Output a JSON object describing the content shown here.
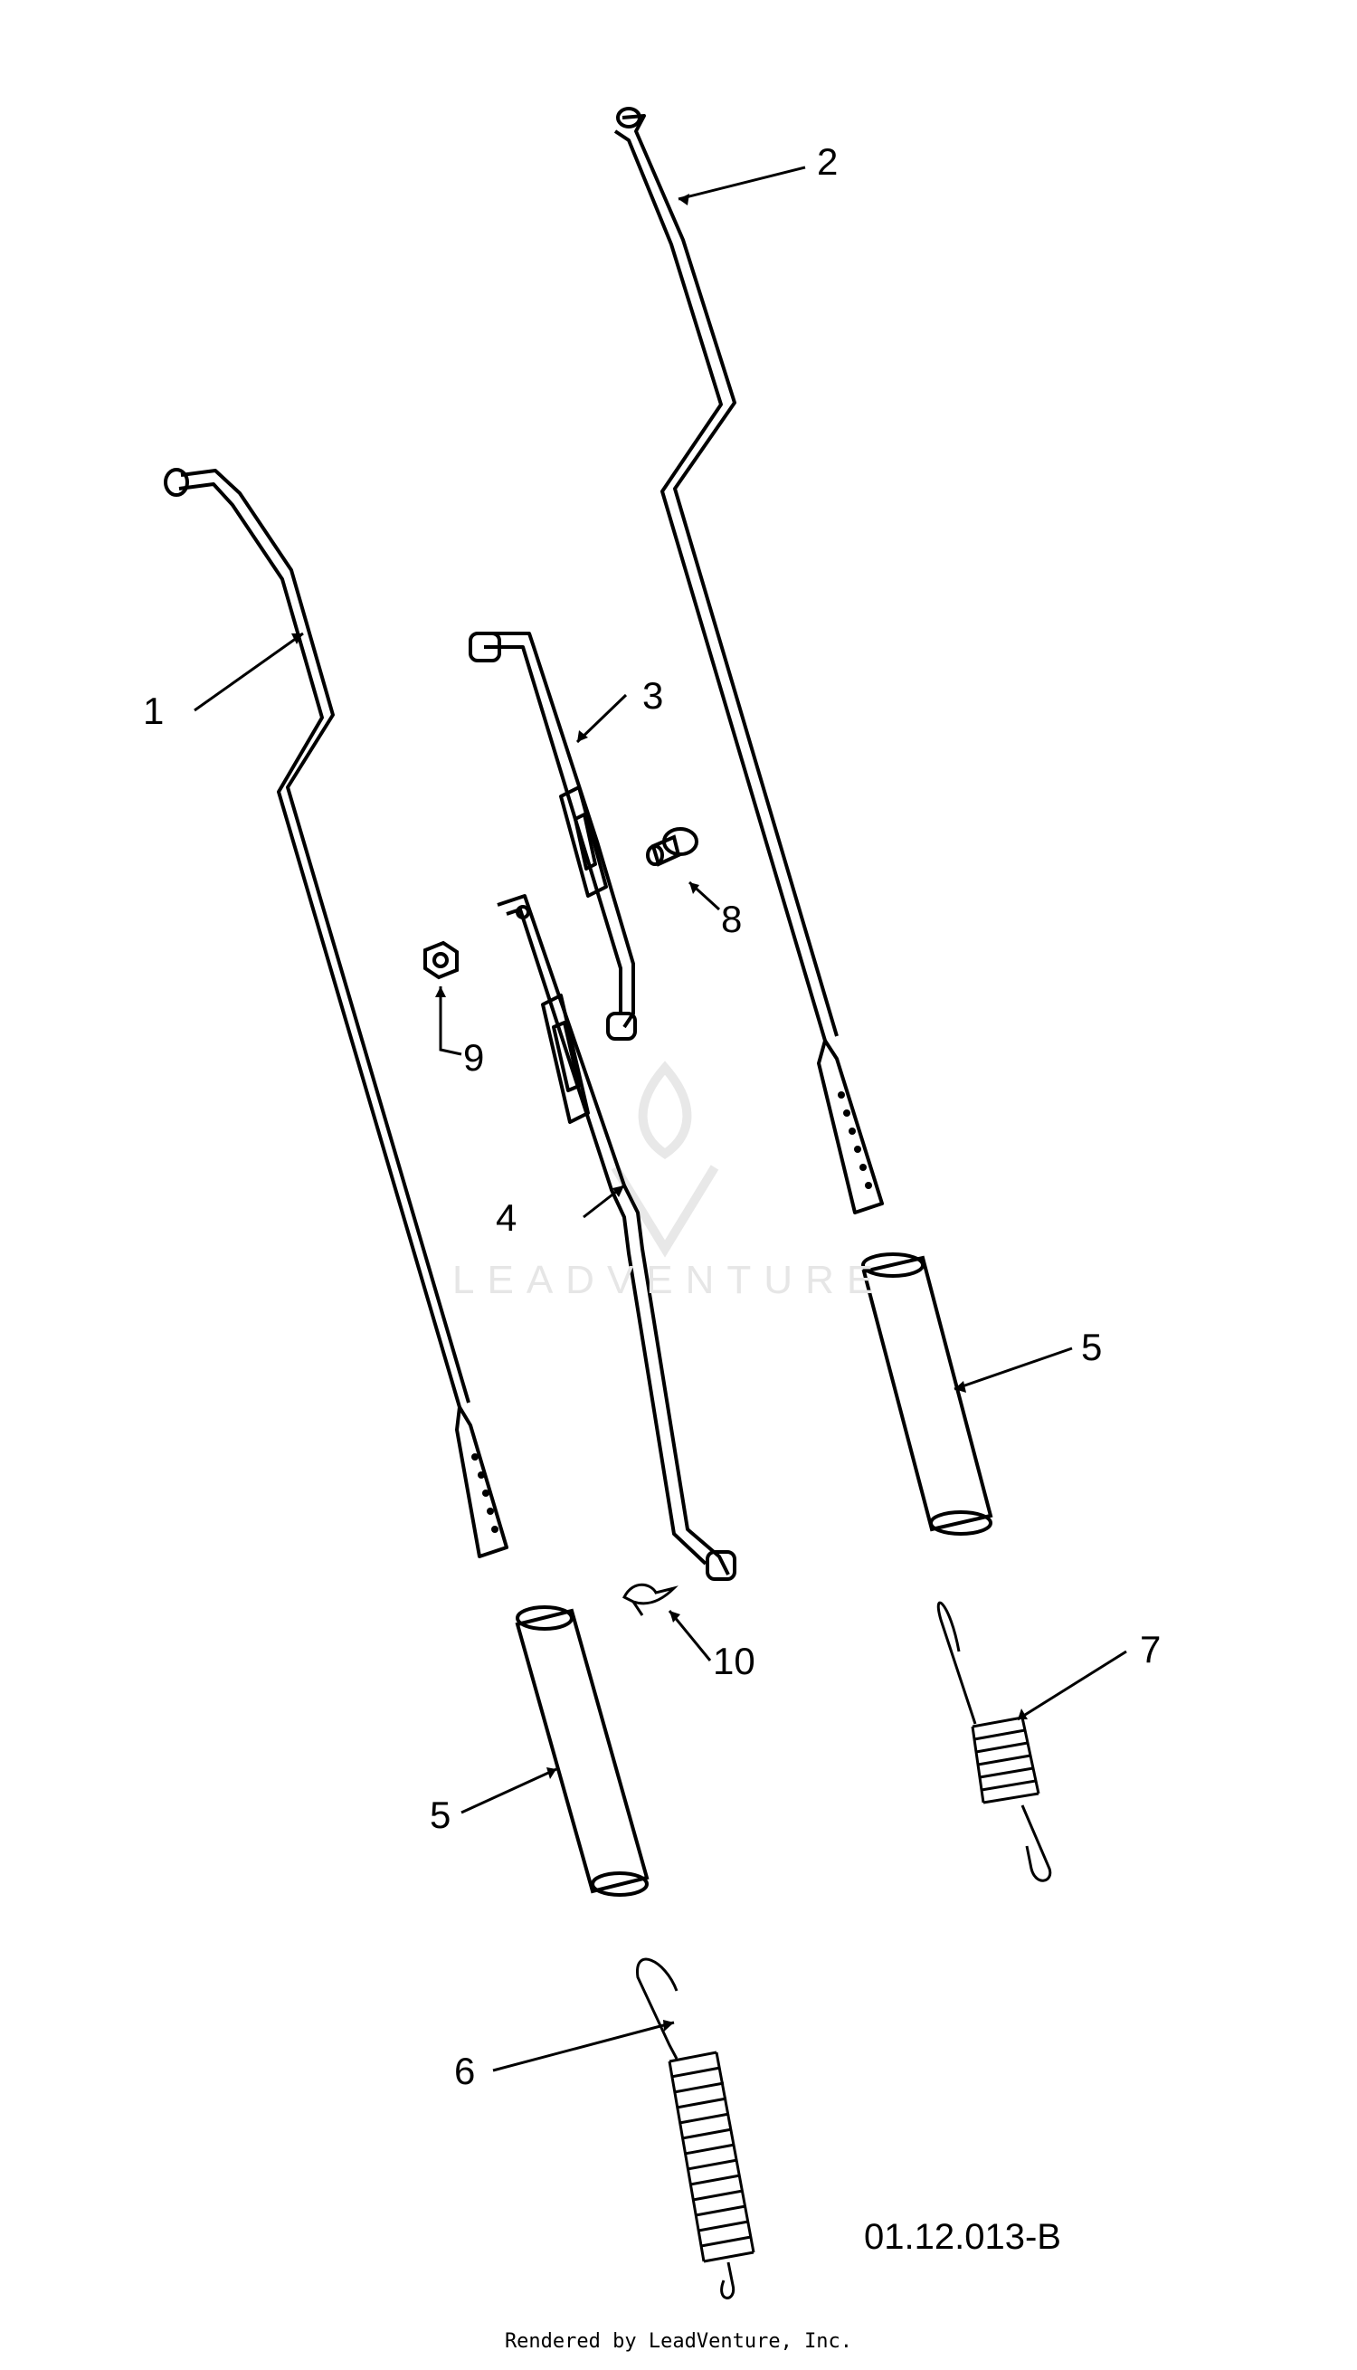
{
  "diagram": {
    "callouts": [
      {
        "id": "1",
        "text": "1"
      },
      {
        "id": "2",
        "text": "2"
      },
      {
        "id": "3",
        "text": "3"
      },
      {
        "id": "4",
        "text": "4"
      },
      {
        "id": "5a",
        "text": "5"
      },
      {
        "id": "5b",
        "text": "5"
      },
      {
        "id": "6",
        "text": "6"
      },
      {
        "id": "7",
        "text": "7"
      },
      {
        "id": "8",
        "text": "8"
      },
      {
        "id": "9",
        "text": "9"
      },
      {
        "id": "10",
        "text": "10"
      }
    ],
    "part_code": "01.12.013-B",
    "credit": "Rendered by LeadVenture, Inc.",
    "watermark": "LEADVENTURE"
  }
}
